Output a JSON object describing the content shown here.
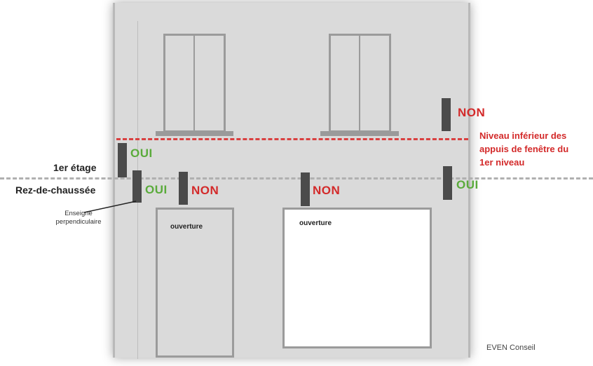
{
  "levels": {
    "first_floor": "1er étage",
    "ground_floor": "Rez-de-chaussée"
  },
  "sill_note": {
    "line1": "Niveau inférieur des",
    "line2": "appuis de fenêtre du",
    "line3": "1er niveau"
  },
  "sign_caption": {
    "line1": "Enseigne",
    "line2": "perpendiculaire"
  },
  "openings": {
    "left": "ouverture",
    "right": "ouverture"
  },
  "verdicts": {
    "top_right": "NON",
    "upper_left": "OUI",
    "ground_left": "OUI",
    "ground_mid_left": "NON",
    "ground_center": "NON",
    "ground_right": "OUI"
  },
  "credit": "EVEN Conseil",
  "colors": {
    "oui": "#5aab3b",
    "non": "#d32a2a",
    "facade": "#dadada",
    "sign": "#4b4b4b"
  }
}
